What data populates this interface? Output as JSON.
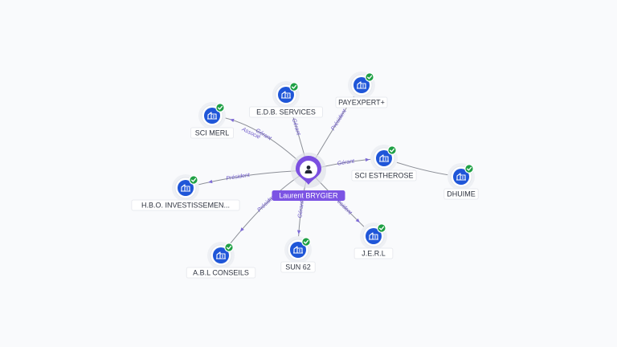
{
  "center": {
    "label": "Laurent BRYGIER",
    "icon": "person-icon"
  },
  "nodes": [
    {
      "id": "sci-merl",
      "label": "SCI MERL",
      "icon": "building-icon",
      "verified": true
    },
    {
      "id": "edb-services",
      "label": "E.D.B. SERVICES",
      "icon": "building-icon",
      "verified": true
    },
    {
      "id": "payexpert",
      "label": "PAYEXPERT+",
      "icon": "building-icon",
      "verified": true
    },
    {
      "id": "sci-estherose",
      "label": "SCI ESTHEROSE",
      "icon": "building-icon",
      "verified": true
    },
    {
      "id": "dhuime",
      "label": "DHUIME",
      "icon": "building-icon",
      "verified": true
    },
    {
      "id": "hbo",
      "label": "H.B.O. INVESTISSEMEN...",
      "icon": "building-icon",
      "verified": true
    },
    {
      "id": "abl",
      "label": "A.B.L CONSEILS",
      "icon": "building-icon",
      "verified": true
    },
    {
      "id": "sun62",
      "label": "SUN 62",
      "icon": "building-icon",
      "verified": true
    },
    {
      "id": "jerl",
      "label": "J.E.R.L",
      "icon": "building-icon",
      "verified": true
    }
  ],
  "edges": [
    {
      "from": "center",
      "to": "sci-merl",
      "labels": [
        "Gérant",
        "Associé"
      ]
    },
    {
      "from": "center",
      "to": "edb-services",
      "labels": [
        "Gérant"
      ]
    },
    {
      "from": "center",
      "to": "payexpert",
      "labels": [
        "Président"
      ]
    },
    {
      "from": "center",
      "to": "sci-estherose",
      "labels": [
        "Gérant"
      ]
    },
    {
      "from": "sci-estherose",
      "to": "dhuime",
      "labels": []
    },
    {
      "from": "center",
      "to": "hbo",
      "labels": [
        "Président"
      ]
    },
    {
      "from": "center",
      "to": "abl",
      "labels": [
        "Président"
      ]
    },
    {
      "from": "center",
      "to": "sun62",
      "labels": [
        "Gérant"
      ]
    },
    {
      "from": "center",
      "to": "jerl",
      "labels": [
        "Président"
      ]
    }
  ],
  "colors": {
    "accent": "#7c54e4",
    "node": "#1f56d8",
    "verified": "#1fa045",
    "edge": "#8c8f97",
    "edge_label": "#6a55c8"
  }
}
